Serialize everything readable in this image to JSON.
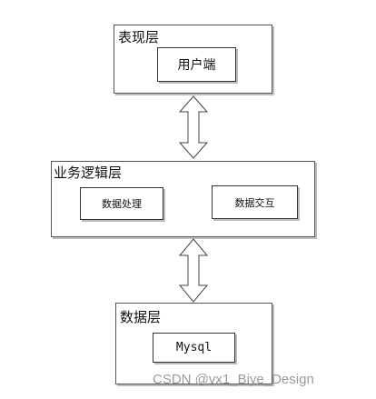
{
  "presentation_layer": {
    "title": "表现层",
    "box_label": "用户端"
  },
  "business_layer": {
    "title": "业务逻辑层",
    "box_left_label": "数据处理",
    "box_right_label": "数据交互"
  },
  "data_layer": {
    "title": "数据层",
    "box_label": "Mysql"
  },
  "watermark": "CSDN @vx1_Biye_Design",
  "colors": {
    "border": "#555555",
    "shadow": "#bdbdbd",
    "watermark": "#9a9a9a"
  }
}
